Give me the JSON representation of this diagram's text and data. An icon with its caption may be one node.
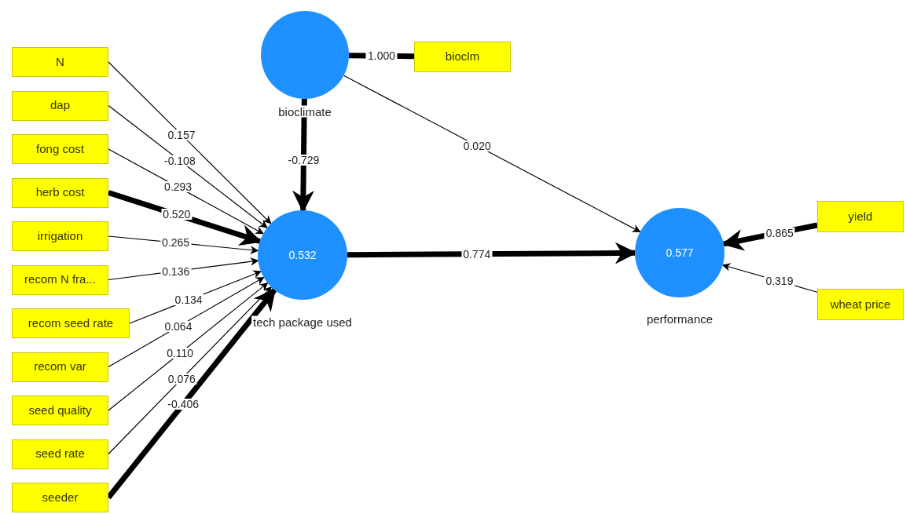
{
  "diagram": {
    "nodes": [
      {
        "text": [
          "N"
        ]
      },
      {
        "text": [
          "dap"
        ]
      },
      {
        "text": [
          "fong cost"
        ]
      },
      {
        "text": [
          "herb cost"
        ]
      },
      {
        "text": [
          "irrigation"
        ]
      },
      {
        "text": [
          "recom N fra..."
        ]
      },
      {
        "text": [
          "recom seed rate"
        ]
      },
      {
        "text": [
          "recom var"
        ]
      },
      {
        "text": [
          "seed quality"
        ]
      },
      {
        "text": [
          "seed rate"
        ]
      },
      {
        "text": [
          "seeder"
        ]
      },
      {
        "text": [],
        "shape": "circle",
        "beside": [
          "bioclimate"
        ]
      },
      {
        "text": [
          "bioclm"
        ]
      },
      {
        "text": [
          "0.532"
        ],
        "beside": [
          "tech package used"
        ]
      },
      {
        "text": [
          "0.577"
        ],
        "beside": [
          "performance"
        ]
      },
      {
        "text": [
          "yield"
        ]
      },
      {
        "text": [
          "wheat price"
        ]
      }
    ],
    "edges": [
      {
        "from": 0,
        "to": 13,
        "arrow": "to",
        "label": "0.157"
      },
      {
        "from": 1,
        "to": 13,
        "arrow": "to",
        "label": "-0.108"
      },
      {
        "from": 2,
        "to": 13,
        "arrow": "to",
        "label": "0.293"
      },
      {
        "from": 3,
        "to": 13,
        "arrow": "to",
        "label": "0.520",
        "style": "thick"
      },
      {
        "from": 4,
        "to": 13,
        "arrow": "to",
        "label": "0.265"
      },
      {
        "from": 5,
        "to": 13,
        "arrow": "to",
        "label": "0.136"
      },
      {
        "from": 6,
        "to": 13,
        "arrow": "to",
        "label": "0.134"
      },
      {
        "from": 7,
        "to": 13,
        "arrow": "to",
        "label": "0.064"
      },
      {
        "from": 8,
        "to": 13,
        "arrow": "to",
        "label": "0.110"
      },
      {
        "from": 9,
        "to": 13,
        "arrow": "to",
        "label": "0.076"
      },
      {
        "from": 10,
        "to": 13,
        "arrow": "to",
        "label": "-0.406",
        "style": "thick"
      },
      {
        "from": 11,
        "to": 12,
        "arrow": "none",
        "label": "1.000",
        "style": "thick"
      },
      {
        "from": 11,
        "to": 13,
        "arrow": "to",
        "label": "-0.729",
        "style": "thick"
      },
      {
        "from": 11,
        "to": 14,
        "arrow": "to",
        "label": "0.020"
      },
      {
        "from": 13,
        "to": 14,
        "arrow": "to",
        "label": "0.774",
        "style": "thick"
      },
      {
        "from": 15,
        "to": 14,
        "arrow": "to",
        "label": "0.865",
        "style": "thick"
      },
      {
        "from": 16,
        "to": 14,
        "arrow": "to",
        "label": "0.319"
      }
    ]
  }
}
